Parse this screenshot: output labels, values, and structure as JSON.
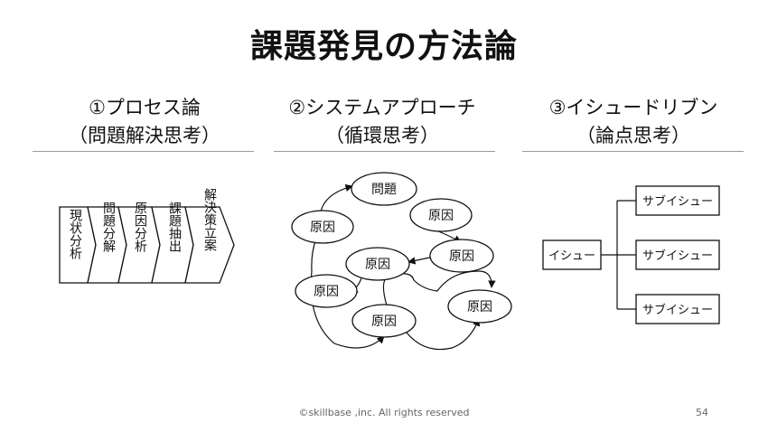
{
  "title": "課題発見の方法論",
  "columns": [
    {
      "heading": "①プロセス論",
      "subheading": "（問題解決思考）"
    },
    {
      "heading": "②システムアプローチ",
      "subheading": "（循環思考）"
    },
    {
      "heading": "③イシュードリブン",
      "subheading": "（論点思考）"
    }
  ],
  "process_steps": [
    "現状分析",
    "問題分解",
    "原因分析",
    "課題抽出",
    "解決策立案"
  ],
  "system_nodes": {
    "problem": "問題",
    "causes": [
      "原因",
      "原因",
      "原因",
      "原因",
      "原因",
      "原因",
      "原因"
    ]
  },
  "issue_tree": {
    "root": "イシュー",
    "children": [
      "サブイシュー",
      "サブイシュー",
      "サブイシュー"
    ]
  },
  "footer": "©skillbase ,inc. All rights reserved",
  "page_number": "54"
}
